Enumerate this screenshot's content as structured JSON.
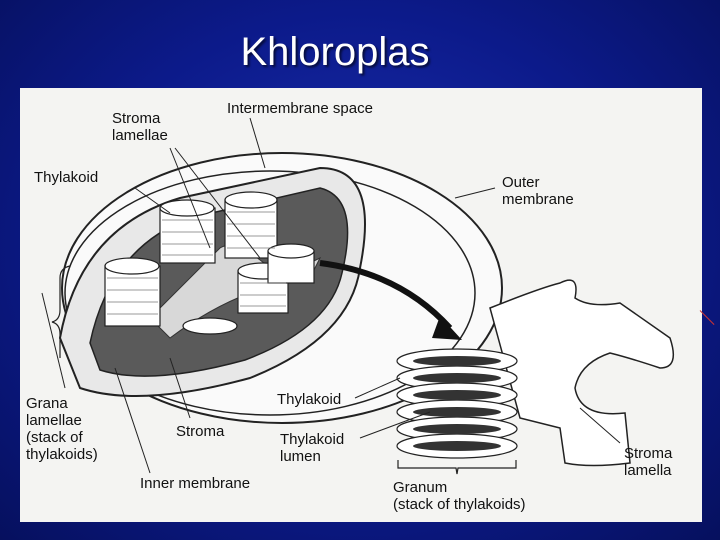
{
  "slide": {
    "title": "Khloroplas",
    "colors": {
      "background": "#0c1a8a",
      "panel": "#f4f4f2",
      "ink": "#111111",
      "stroma_fill": "#5a5a5a",
      "thylakoid_fill": "#ffffff"
    }
  },
  "diagram": {
    "labels": {
      "stroma_lamellae": [
        "Stroma",
        "lamellae"
      ],
      "intermembrane_space": "Intermembrane space",
      "thylakoid_top": "Thylakoid",
      "outer_membrane": [
        "Outer",
        "membrane"
      ],
      "grana_lamellae": [
        "Grana",
        "lamellae",
        "(stack of",
        "thylakoids)"
      ],
      "stroma": "Stroma",
      "inner_membrane": "Inner membrane",
      "thylakoid_right": "Thylakoid",
      "thylakoid_lumen": [
        "Thylakoid",
        "lumen"
      ],
      "granum": [
        "Granum",
        "(stack of thylakoids)"
      ],
      "stroma_lamella": [
        "Stroma",
        "lamella"
      ]
    },
    "icons": [
      "chloroplast-illustration",
      "granum-detail-illustration",
      "zoom-arrow"
    ]
  }
}
